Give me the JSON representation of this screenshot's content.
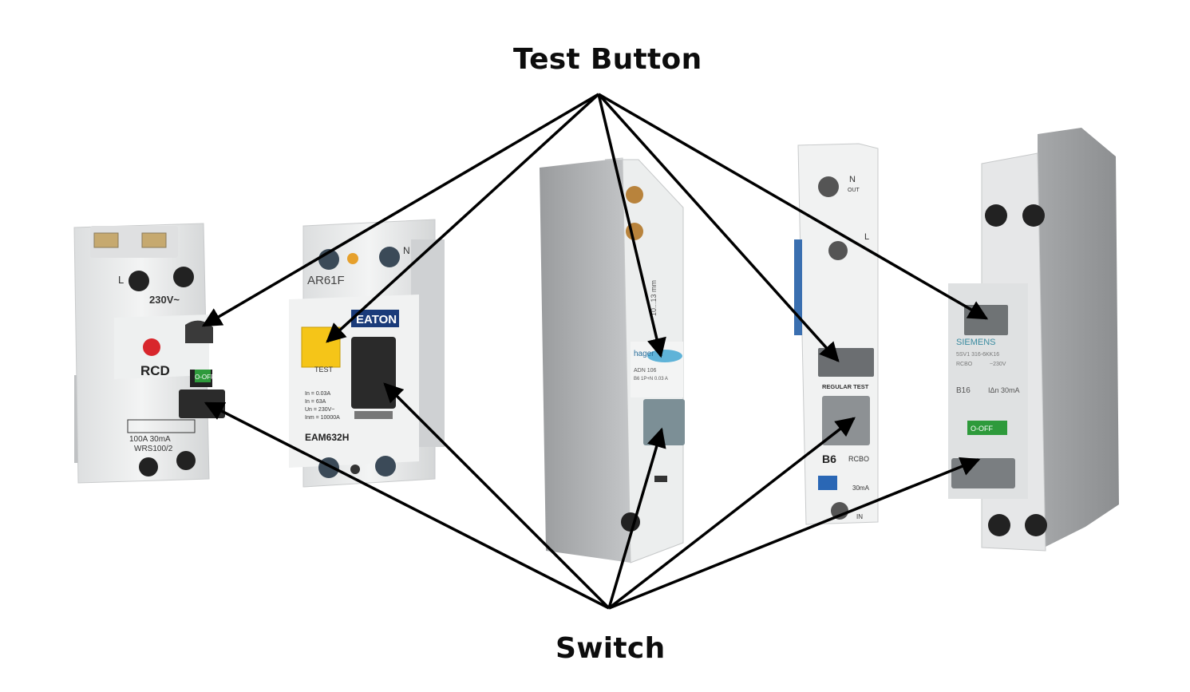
{
  "labels": {
    "test_button": "Test Button",
    "switch": "Switch"
  },
  "devices": [
    {
      "name": "rcd-wylex",
      "texts": {
        "terminal": "L",
        "voltage": "230V~",
        "type": "RCD",
        "rating": "100A  30mA",
        "model": "WRS100/2",
        "toggle": "O-OFF"
      }
    },
    {
      "name": "rcd-eaton",
      "texts": {
        "model_top": "AR61F",
        "brand": "EATON",
        "test": "TEST",
        "spec1": "In = 0.03A",
        "spec2": "In = 63A",
        "spec3": "Un = 230V~",
        "spec4": "Inm = 10000A",
        "model": "EAM632H",
        "terminal_n": "N"
      }
    },
    {
      "name": "rcbo-hager",
      "texts": {
        "brand": "hager",
        "model": "ADN 106",
        "spec": "B6  1P+N 0.03 A",
        "dim": "10...13 mm"
      }
    },
    {
      "name": "rcbo-lewden",
      "texts": {
        "terminal_n": "N",
        "out": "OUT",
        "terminal_l": "L",
        "regular_test": "REGULAR TEST",
        "rating": "B6",
        "type": "RCBO",
        "sensitivity": "30mA",
        "terminal_in": "IN"
      }
    },
    {
      "name": "rcbo-siemens",
      "texts": {
        "brand": "SIEMENS",
        "model": "5SV1 316-6KK16",
        "type": "RCBO",
        "voltage": "~230V",
        "rating": "B16",
        "sensitivity": "IΔn 30mA",
        "toggle": "O-OFF"
      }
    }
  ],
  "colors": {
    "arrow": "#000000",
    "body": "#e9eaea",
    "eaton_test": "#f5c518",
    "hager_button": "#5fb3d8",
    "toggle_green": "#2e9a3b",
    "wylex_red": "#d8262c"
  }
}
